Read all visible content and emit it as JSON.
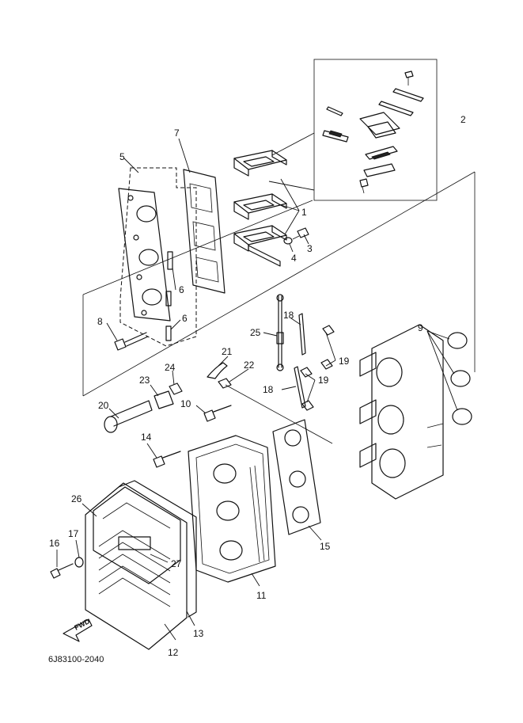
{
  "diagram": {
    "drawing_code": "6J83100-2040",
    "direction_marker": "FWD",
    "callouts": [
      "1",
      "2",
      "3",
      "4",
      "5",
      "6",
      "6",
      "7",
      "8",
      "9",
      "10",
      "11",
      "12",
      "13",
      "14",
      "15",
      "16",
      "17",
      "18",
      "18",
      "19",
      "19",
      "20",
      "21",
      "22",
      "23",
      "24",
      "25",
      "26",
      "27"
    ]
  }
}
